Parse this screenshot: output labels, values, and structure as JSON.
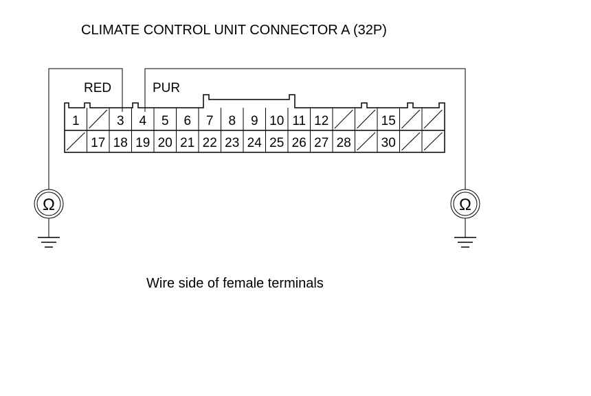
{
  "title": "CLIMATE CONTROL UNIT CONNECTOR A (32P)",
  "caption": "Wire side of female terminals",
  "wire_labels": {
    "left": "RED",
    "right": "PUR"
  },
  "meter_symbol": "Ω",
  "meter_icon": "ohmmeter-icon",
  "ground_icon": "ground-icon",
  "probe_pins": {
    "left": "3",
    "right": "4"
  },
  "connector": {
    "top_row": [
      "1",
      "",
      "3",
      "4",
      "5",
      "6",
      "7",
      "8",
      "9",
      "10",
      "11",
      "12",
      "",
      "",
      "15",
      "",
      ""
    ],
    "bottom_row": [
      "",
      "17",
      "18",
      "19",
      "20",
      "21",
      "22",
      "23",
      "24",
      "25",
      "26",
      "27",
      "28",
      "",
      "30",
      "",
      ""
    ]
  }
}
